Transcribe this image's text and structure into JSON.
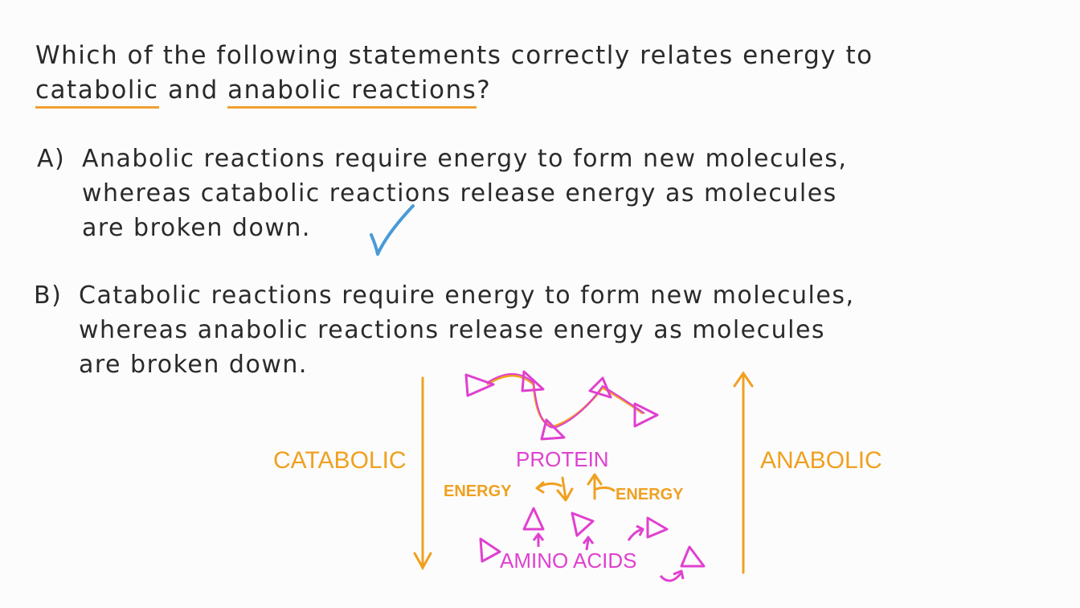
{
  "question": {
    "line1": "Which of the following statements correctly relates energy to",
    "term_catabolic": "catabolic",
    "and": "and",
    "term_anabolic": "anabolic reactions",
    "qmark": "?"
  },
  "options": [
    {
      "letter": "A)",
      "line1": "Anabolic reactions require energy to form new molecules,",
      "line2": "whereas catabolic reactions release energy as molecules",
      "line3": "are broken down.",
      "marked_correct": true
    },
    {
      "letter": "B)",
      "line1": "Catabolic reactions require energy to form new molecules,",
      "line2": "whereas anabolic reactions release energy as molecules",
      "line3": "are broken down.",
      "marked_correct": false
    }
  ],
  "diagram": {
    "catabolic_label": "CATABOLIC",
    "anabolic_label": "ANABOLIC",
    "protein_label": "PROTEIN",
    "energy_left": "ENERGY",
    "energy_right": "ENERGY",
    "amino_label": "AMINO ACIDS",
    "colors": {
      "orange": "#f0a020",
      "magenta": "#e040d0",
      "check_blue": "#4a9ad8",
      "underline": "#f0a030"
    }
  }
}
